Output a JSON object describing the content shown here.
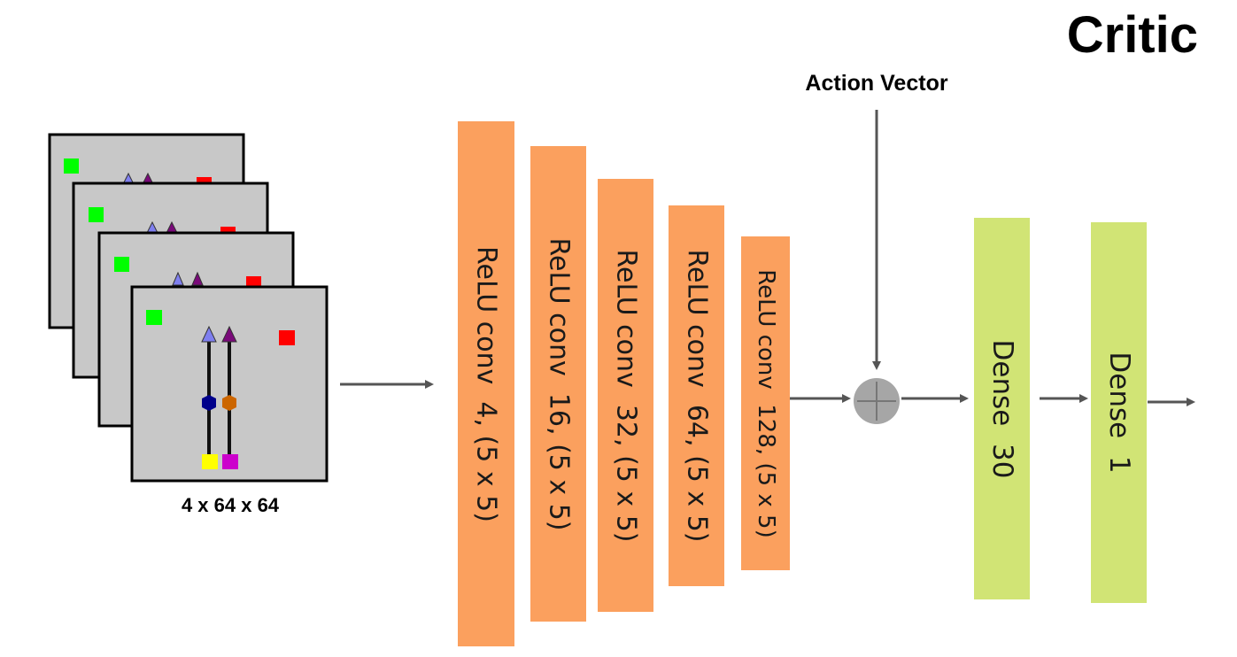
{
  "title": "Critic",
  "action_vector_label": "Action Vector",
  "input": {
    "label": "4 x 64 x 64",
    "frames": 4
  },
  "conv_layers": [
    {
      "label": "ReLU conv  4, (5 x 5)"
    },
    {
      "label": "ReLU conv  16, (5 x 5)"
    },
    {
      "label": "ReLU conv  32, (5 x 5)"
    },
    {
      "label": "ReLU conv  64, (5 x 5)"
    },
    {
      "label": "ReLU conv  128, (5 x 5)"
    }
  ],
  "dense_layers": [
    {
      "label": "Dense  30"
    },
    {
      "label": "Dense  1"
    }
  ],
  "colors": {
    "conv": "#FBA05E",
    "dense": "#D1E475",
    "frame_bg": "#C8C8C8",
    "arrow": "#555555",
    "merge_node": "#A6A6A6",
    "green_square": "#00FF00",
    "red_square": "#FF0000",
    "yellow_square": "#FFFF00",
    "magenta_square": "#CC00CC",
    "blue_triangle": "#7F7FEF",
    "purple_triangle": "#7A0A7A",
    "navy_dot": "#00008B",
    "orange_dot": "#CC6600"
  }
}
